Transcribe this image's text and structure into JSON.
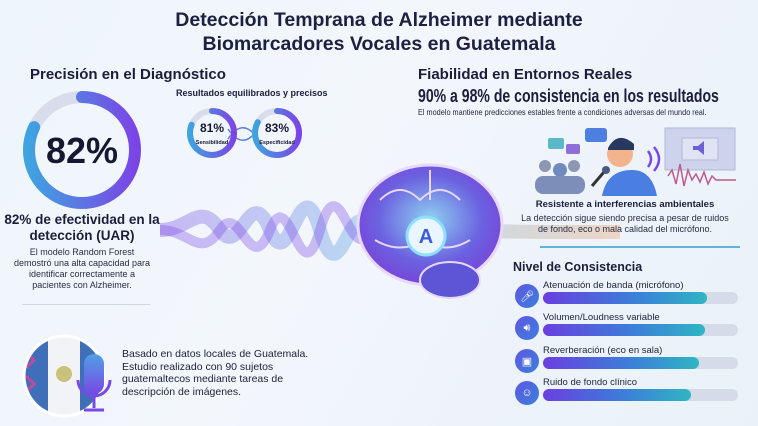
{
  "title": {
    "line1": "Detección Temprana de Alzheimer mediante",
    "line2": "Biomarcadores Vocales en Guatemala"
  },
  "left": {
    "heading": "Precisión en el Diagnóstico",
    "main_ring": {
      "value_label": "82%",
      "fraction": 0.82
    },
    "balanced_title": "Resultados equilibrados y precisos",
    "rings": [
      {
        "value_label": "81%",
        "label": "Sensibilidad",
        "fraction": 0.81
      },
      {
        "value_label": "83%",
        "label": "Especificidad",
        "fraction": 0.83
      }
    ],
    "effect_title": "82% de efectividad en la detección (UAR)",
    "effect_body": "El modelo Random Forest demostró una alta capacidad para identificar correctamente a pacientes con Alzheimer.",
    "data_note": "Basado en datos locales de Guatemala. Estudio realizado con 90 sujetos guatemaltecos mediante tareas de descripción de imágenes."
  },
  "center": {
    "badge": "A"
  },
  "right": {
    "heading": "Fiabilidad en Entornos Reales",
    "headline": "90% a 98% de consistencia en los resultados",
    "subtitle": "El modelo mantiene predicciones estables frente a condiciones adversas del mundo real.",
    "resist_title": "Resistente a interferencias ambientales",
    "resist_body": "La detección sigue siendo precisa a pesar de ruidos de fondo, eco o mala calidad del micrófono.",
    "consistency_title": "Nivel de Consistencia",
    "bars": [
      {
        "label": "Atenuación de banda (micrófono)",
        "icon": "mic-off-icon",
        "fraction": 0.84
      },
      {
        "label": "Volumen/Loudness variable",
        "icon": "speaker-icon",
        "fraction": 0.83
      },
      {
        "label": "Reverberación (eco en sala)",
        "icon": "room-echo-icon",
        "fraction": 0.8
      },
      {
        "label": "Ruido de fondo clínico",
        "icon": "crowd-icon",
        "fraction": 0.76
      }
    ]
  },
  "colors": {
    "accent_purple": "#6a3fe0",
    "accent_blue": "#3c7ed9",
    "accent_teal": "#2fb5c3",
    "track": "#d6dbe9"
  }
}
